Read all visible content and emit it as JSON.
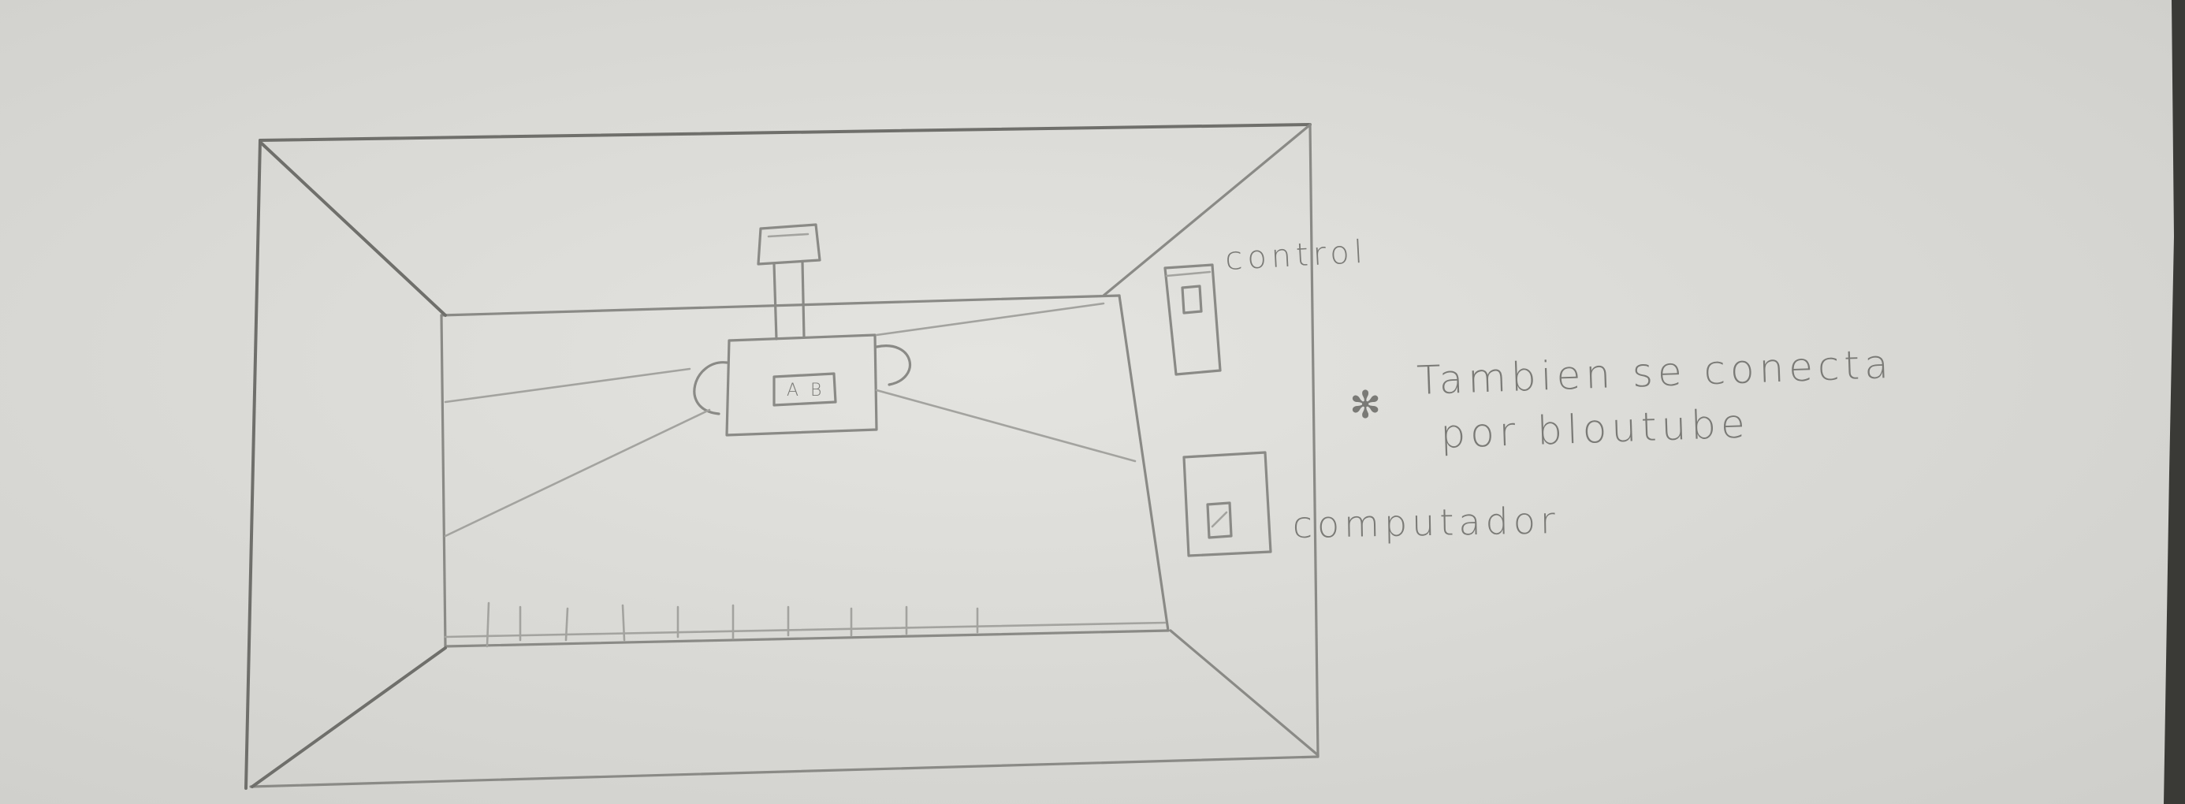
{
  "labels": {
    "control": "control",
    "note_line1": "Tambien se conecta",
    "note_line2": "por bloutube",
    "computer": "computador",
    "note_mark": "✻"
  },
  "colors": {
    "paper": "#dcdcd8",
    "pencil": "#8a8a86"
  }
}
